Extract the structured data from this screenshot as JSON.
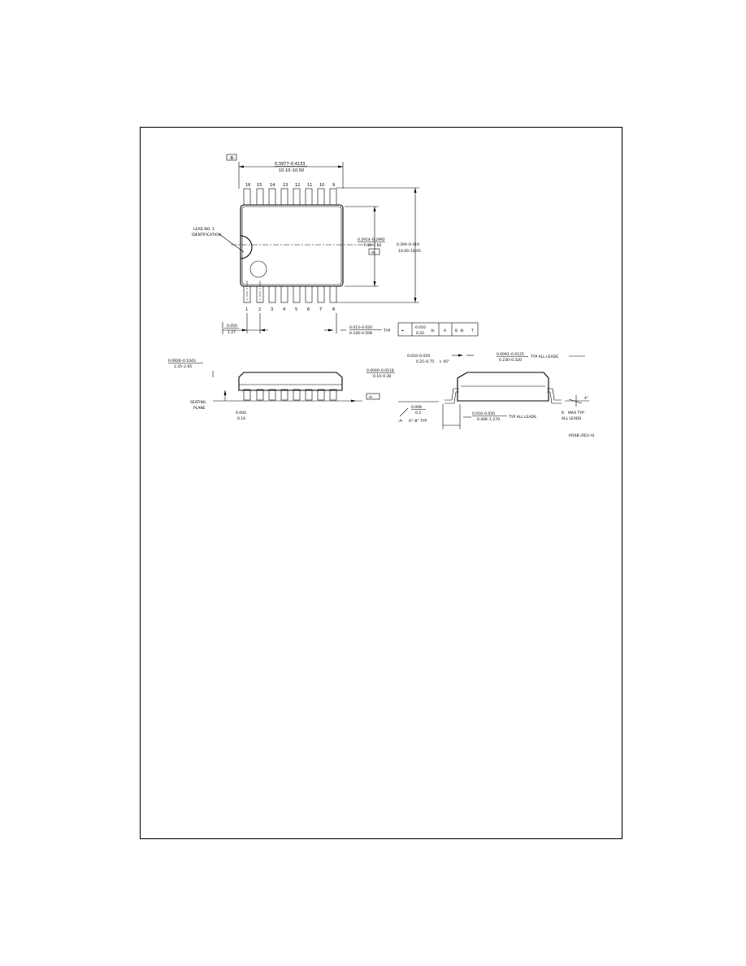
{
  "datums": {
    "A": "-A-",
    "B": "-B-",
    "T": "T"
  },
  "top_view": {
    "pins_top": [
      "16",
      "15",
      "14",
      "13",
      "12",
      "11",
      "10",
      "9"
    ],
    "pins_bottom": [
      "1",
      "2",
      "3",
      "4",
      "5",
      "6",
      "7",
      "8"
    ],
    "pin1_note": [
      "LEAD NO. 1",
      "IDENTIFICATION"
    ],
    "length_in": "0.3977–0.4133",
    "length_mm": "10.10–10.50",
    "width_in": "0.2914–0.2992",
    "width_mm": "7.40–7.60",
    "overall_in": "0.394–0.419",
    "overall_mm": "10.00–10.65",
    "pitch_in": "0.050",
    "pitch_mm": "1.27",
    "lead_width_in": "0.013–0.020",
    "lead_width_mm": "0.330–0.508",
    "lead_width_suffix": "TYP"
  },
  "tolerance": {
    "symbol": "⌖",
    "value_in": "0.010",
    "value_mm": "0.25",
    "m": "Ⓜ",
    "ref_a": "A",
    "ref_b": "B",
    "ref_t": "T"
  },
  "side_view": {
    "height_in": "0.0926–0.1043",
    "height_mm": "2.35–2.65",
    "standoff_in": "0.0040–0.0118",
    "standoff_mm": "0.10–0.30",
    "seating_plane": [
      "SEATING",
      "PLANE"
    ],
    "lead_thk_in": "0.004",
    "lead_thk_mm": "0.10"
  },
  "end_view": {
    "chamfer_in": "0.010–0.029",
    "chamfer_mm": "0.25–0.75",
    "chamfer_suffix": "× 45°",
    "lead_thk_in": "0.0091–0.0125",
    "lead_thk_mm": "0.230–0.320",
    "lead_thk_suffix": "TYP ALL LEADS",
    "angle_in": "0.008",
    "angle_mm": "0.2",
    "angle_suffix": "0°–8° TYP",
    "foot_in": "0.016–0.050",
    "foot_mm": "0.406–1.270",
    "foot_suffix": "TYP ALL LEADS",
    "radius": [
      "R",
      "MAX TYP",
      "ALL LEADS"
    ],
    "bottom_angle": "4°"
  },
  "drawing_id": "M16B (REV H)"
}
